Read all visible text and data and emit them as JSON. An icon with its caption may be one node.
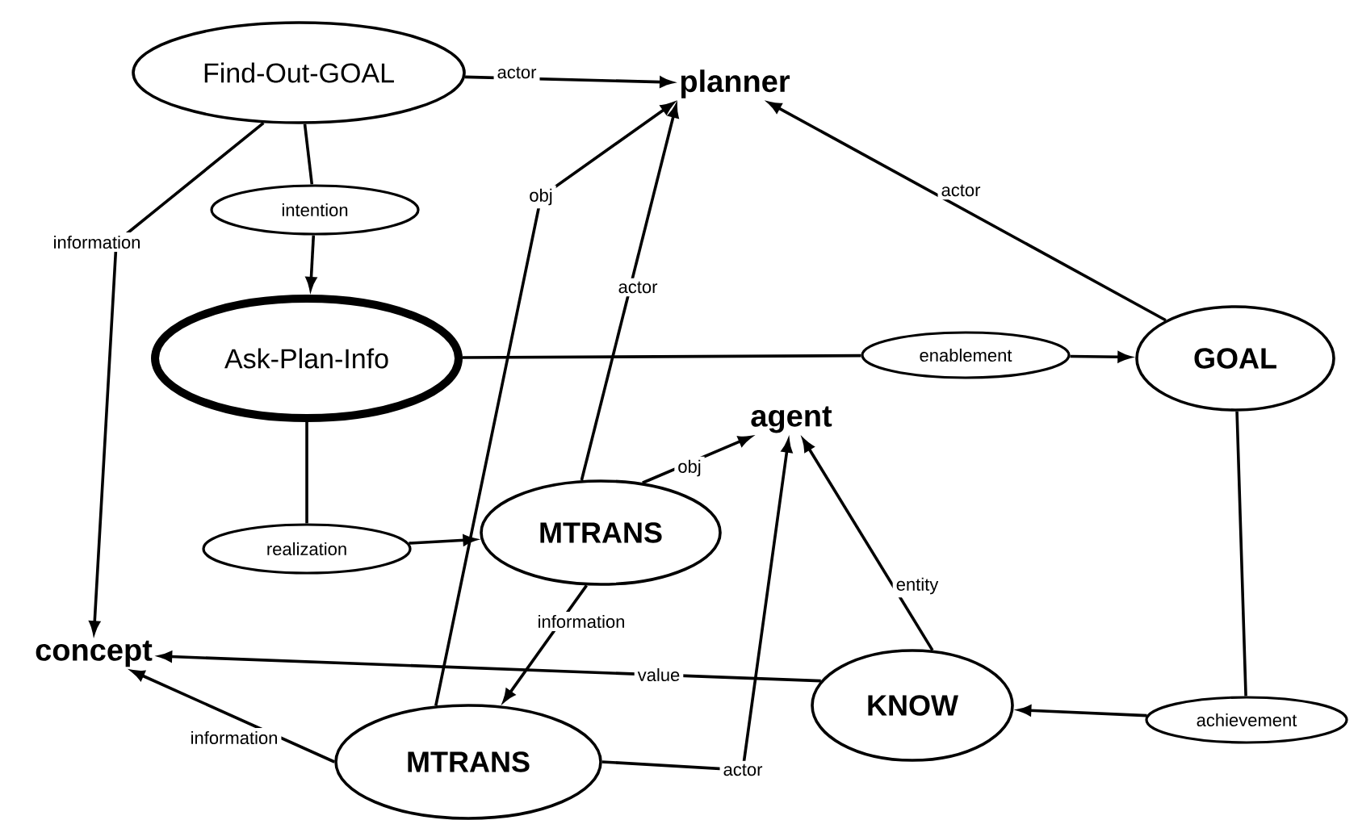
{
  "diagram": {
    "nodes": [
      {
        "text": [
          "Find-Out-GOAL"
        ]
      },
      {
        "text": [
          "planner"
        ]
      },
      {
        "text": [
          "intention"
        ]
      },
      {
        "text": [
          "Ask-Plan-Info"
        ]
      },
      {
        "text": [
          "enablement"
        ]
      },
      {
        "text": [
          "GOAL"
        ]
      },
      {
        "text": [
          "agent"
        ]
      },
      {
        "text": [
          "realization"
        ]
      },
      {
        "text": [
          "MTRANS"
        ]
      },
      {
        "text": [
          "concept"
        ]
      },
      {
        "text": [
          "KNOW"
        ]
      },
      {
        "text": [
          "achievement"
        ]
      },
      {
        "text": [
          "MTRANS"
        ]
      }
    ],
    "edges": [
      {
        "from": 0,
        "to": 1,
        "arrow": "to",
        "label": "actor"
      },
      {
        "from": 0,
        "to": 2,
        "arrow": "none"
      },
      {
        "from": 2,
        "to": 3,
        "arrow": "to"
      },
      {
        "from": 0,
        "to": 9,
        "arrow": "to",
        "label": "information"
      },
      {
        "from": 3,
        "to": 4,
        "arrow": "none"
      },
      {
        "from": 4,
        "to": 5,
        "arrow": "to"
      },
      {
        "from": 5,
        "to": 1,
        "arrow": "to",
        "label": "actor"
      },
      {
        "from": 5,
        "to": 11,
        "arrow": "none"
      },
      {
        "from": 11,
        "to": 10,
        "arrow": "to"
      },
      {
        "from": 3,
        "to": 7,
        "arrow": "none"
      },
      {
        "from": 7,
        "to": 8,
        "arrow": "to"
      },
      {
        "from": 8,
        "to": 6,
        "arrow": "to",
        "label": "obj"
      },
      {
        "from": 8,
        "to": 1,
        "arrow": "to",
        "label": "actor"
      },
      {
        "from": 8,
        "to": 12,
        "arrow": "to",
        "label": "information"
      },
      {
        "from": 10,
        "to": 6,
        "arrow": "to",
        "label": "entity"
      },
      {
        "from": 10,
        "to": 9,
        "arrow": "to",
        "label": "value"
      },
      {
        "from": 12,
        "to": 9,
        "arrow": "to",
        "label": "information"
      },
      {
        "from": 12,
        "to": 1,
        "arrow": "to",
        "label": "obj"
      },
      {
        "from": 12,
        "to": 6,
        "arrow": "to",
        "label": "actor"
      }
    ]
  }
}
